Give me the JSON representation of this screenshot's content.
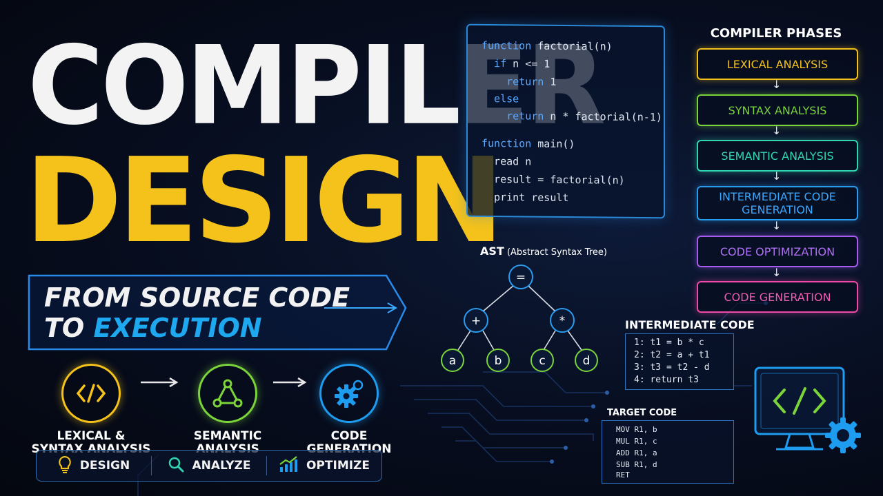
{
  "title": {
    "line1": "COMPILER",
    "line2": "DESIGN"
  },
  "banner": {
    "line1": "FROM SOURCE CODE",
    "line2_prefix": "TO ",
    "line2_highlight": "EXECUTION"
  },
  "steps": [
    {
      "label": "LEXICAL &\nSYNTAX ANALYSIS",
      "icon": "code-brackets-icon",
      "color": "#f4c21a"
    },
    {
      "label": "SEMANTIC\nANALYSIS",
      "icon": "tree-icon",
      "color": "#7ad43a"
    },
    {
      "label": "CODE\nGENERATION",
      "icon": "gear-icon",
      "color": "#1e9cf0"
    }
  ],
  "bottom_bar": [
    {
      "label": "DESIGN",
      "icon": "lightbulb-icon"
    },
    {
      "label": "ANALYZE",
      "icon": "magnifier-icon"
    },
    {
      "label": "OPTIMIZE",
      "icon": "chart-icon"
    }
  ],
  "code_panel": {
    "lines": [
      {
        "kw": "function",
        "rest": " factorial(n)"
      },
      {
        "kw": "  if",
        "rest": " n <= 1"
      },
      {
        "kw": "    return",
        "rest": " 1"
      },
      {
        "kw": "  else",
        "rest": ""
      },
      {
        "kw": "    return",
        "rest": " n * factorial(n-1)"
      },
      {
        "kw": "",
        "rest": ""
      },
      {
        "kw": "function",
        "rest": " main()"
      },
      {
        "kw": "",
        "rest": "  read n"
      },
      {
        "kw": "",
        "rest": "  result = factorial(n)"
      },
      {
        "kw": "",
        "rest": "  print result"
      }
    ]
  },
  "phases": {
    "title": "COMPILER PHASES",
    "items": [
      {
        "label": "LEXICAL ANALYSIS",
        "color": "#f4c21a"
      },
      {
        "label": "SYNTAX ANALYSIS",
        "color": "#7ad43a"
      },
      {
        "label": "SEMANTIC ANALYSIS",
        "color": "#2fd6b0"
      },
      {
        "label": "INTERMEDIATE CODE\nGENERATION",
        "color": "#2a9cf0"
      },
      {
        "label": "CODE OPTIMIZATION",
        "color": "#a65cf0"
      },
      {
        "label": "CODE GENERATION",
        "color": "#f04aa8"
      }
    ]
  },
  "ast": {
    "title": "AST",
    "subtitle": " (Abstract Syntax Tree)",
    "nodes": {
      "root": "=",
      "left": "+",
      "right": "*",
      "a": "a",
      "b": "b",
      "c": "c",
      "d": "d"
    }
  },
  "intermediate_code": {
    "title": "INTERMEDIATE CODE",
    "lines": [
      "1: t1 = b * c",
      "2: t2 = a + t1",
      "3: t3 = t2 - d",
      "4: return t3"
    ]
  },
  "target_code": {
    "title": "TARGET CODE",
    "lines": [
      "MOV R1, b",
      "MUL R1, c",
      "ADD R1, a",
      "SUB R1, d",
      "RET"
    ]
  },
  "monitor": {
    "icon": "monitor-code-gear-icon"
  }
}
